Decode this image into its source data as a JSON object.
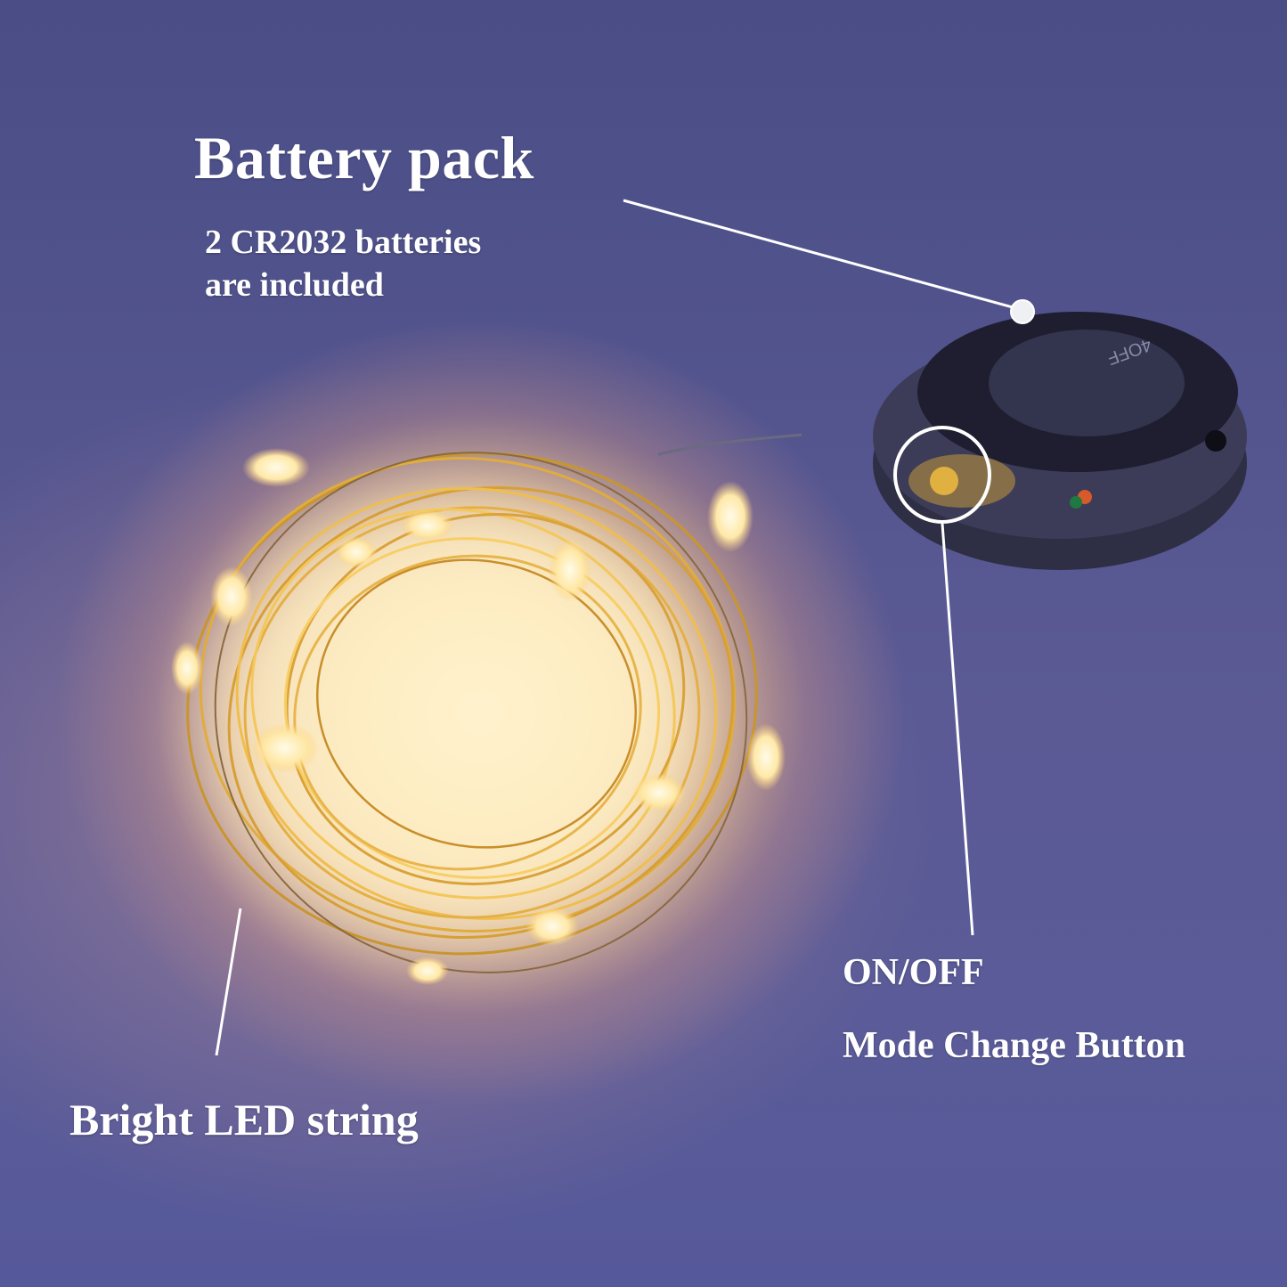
{
  "image": {
    "subject": "battery-powered LED fairy string lights with battery pack",
    "background_color": "#55578f",
    "glow_color": "#ffe6af"
  },
  "annotations": {
    "battery_pack": {
      "title": "Battery pack",
      "line1": "2 CR2032 batteries",
      "line2": "are included"
    },
    "button": {
      "line1": "ON/OFF",
      "line2": "Mode Change Button"
    },
    "led_string": {
      "label": "Bright LED string"
    }
  },
  "product_marking": "4OFF"
}
